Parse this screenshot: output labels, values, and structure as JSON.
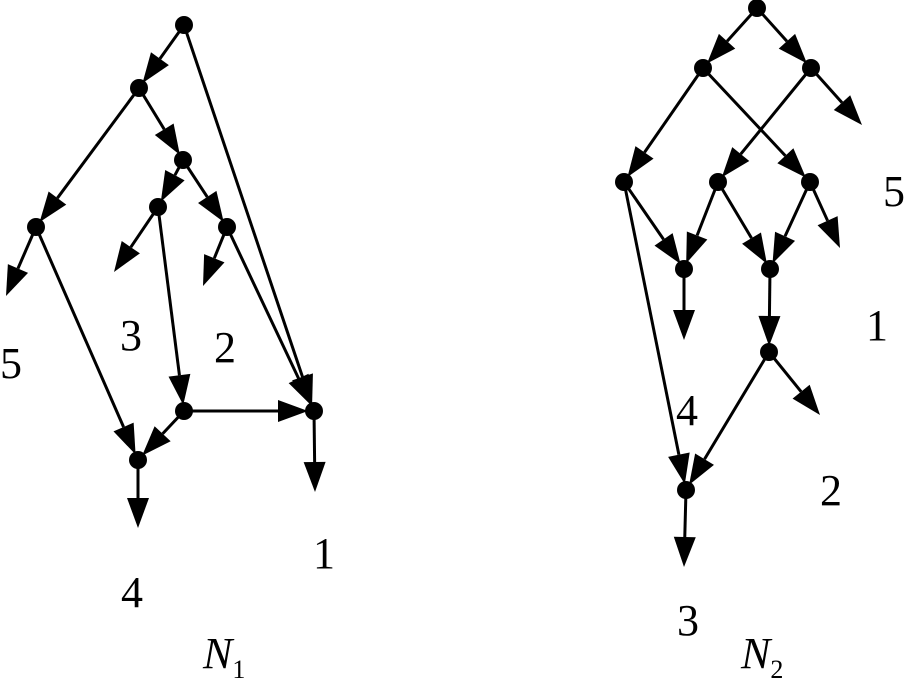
{
  "network1": {
    "name": "N",
    "subscript": "1",
    "leaf_labels": [
      "5",
      "3",
      "2",
      "4",
      "1"
    ]
  },
  "network2": {
    "name": "N",
    "subscript": "2",
    "leaf_labels": [
      "5",
      "1",
      "4",
      "2",
      "3"
    ]
  },
  "colors": {
    "stroke": "#000000",
    "background": "#ffffff"
  }
}
